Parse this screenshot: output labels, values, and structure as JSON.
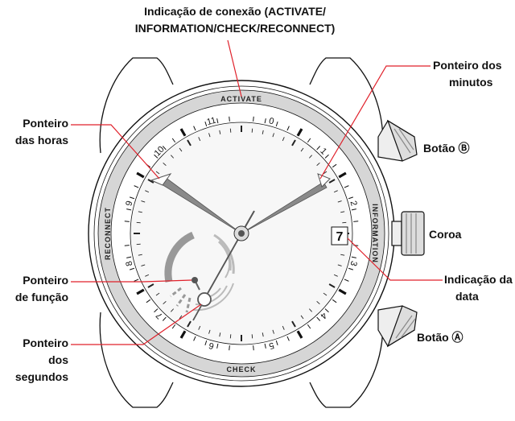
{
  "callouts": {
    "connection_line1": "Indicação de conexão (ACTIVATE/",
    "connection_line2": "INFORMATION/CHECK/RECONNECT)",
    "minute_hand_line1": "Ponteiro dos",
    "minute_hand_line2": "minutos",
    "hour_hand_line1": "Ponteiro",
    "hour_hand_line2": "das horas",
    "button_b": "Botão Ⓑ",
    "crown": "Coroa",
    "date_line1": "Indicação da",
    "date_line2": "data",
    "function_hand_line1": "Ponteiro",
    "function_hand_line2": "de função",
    "button_a": "Botão Ⓐ",
    "seconds_line1": "Ponteiro",
    "seconds_line2": "dos",
    "seconds_line3": "segundos"
  },
  "ring_labels": {
    "top": "ACTIVATE",
    "right": "INFORMATION",
    "bottom": "CHECK",
    "left": "RECONNECT"
  },
  "bezel_numbers": [
    "0",
    "1",
    "2",
    "3",
    "4",
    "5",
    "6",
    "7",
    "8",
    "9",
    "10",
    "11"
  ],
  "date_value": "7",
  "colors": {
    "leader_line": "#e0202a",
    "hands": "#8a8a8a",
    "ring": "#d6d6d6"
  }
}
